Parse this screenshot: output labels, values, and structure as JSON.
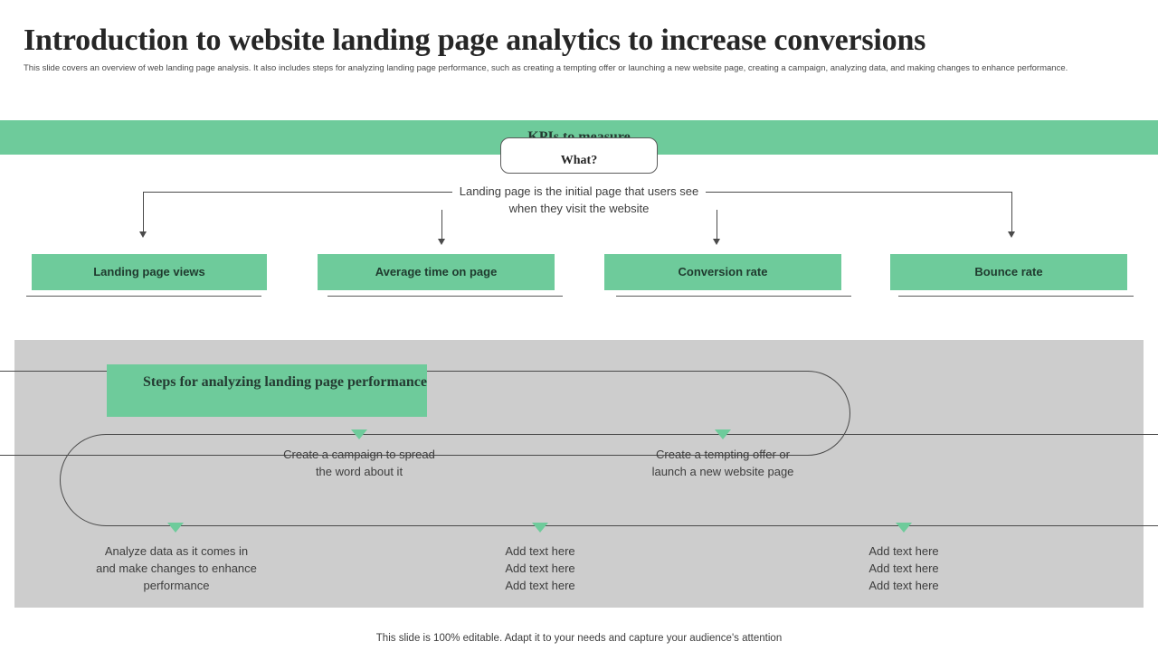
{
  "header": {
    "title": "Introduction to website landing page analytics to increase conversions",
    "subtitle": "This slide covers an overview of web landing page analysis. It also includes steps for analyzing landing page performance, such as creating a tempting offer or launching a new website page, creating a campaign, analyzing data, and making changes to enhance performance."
  },
  "kpi_section": {
    "band_title": "KPIs to measure",
    "what_label": "What?",
    "what_description": "Landing page is the initial page that users see when they visit the website",
    "cards": [
      {
        "label": "Landing page views"
      },
      {
        "label": "Average time on page"
      },
      {
        "label": "Conversion rate"
      },
      {
        "label": "Bounce rate"
      }
    ]
  },
  "steps_section": {
    "heading": "Steps for analyzing landing page performance",
    "steps": [
      {
        "text": "Create a campaign to spread the word about it"
      },
      {
        "text": "Create a tempting offer or launch a new website page"
      },
      {
        "text": "Analyze data as it comes in and make changes to enhance performance"
      },
      {
        "text": "Add text here\nAdd text here\nAdd text here"
      },
      {
        "text": "Add text here\nAdd text here\nAdd text here"
      }
    ]
  },
  "footer": {
    "note": "This slide is 100% editable. Adapt it to your needs and capture your audience's attention"
  },
  "colors": {
    "accent_green": "#6ecb9b",
    "panel_gray": "#cdcdcd",
    "text_dark": "#262626"
  }
}
